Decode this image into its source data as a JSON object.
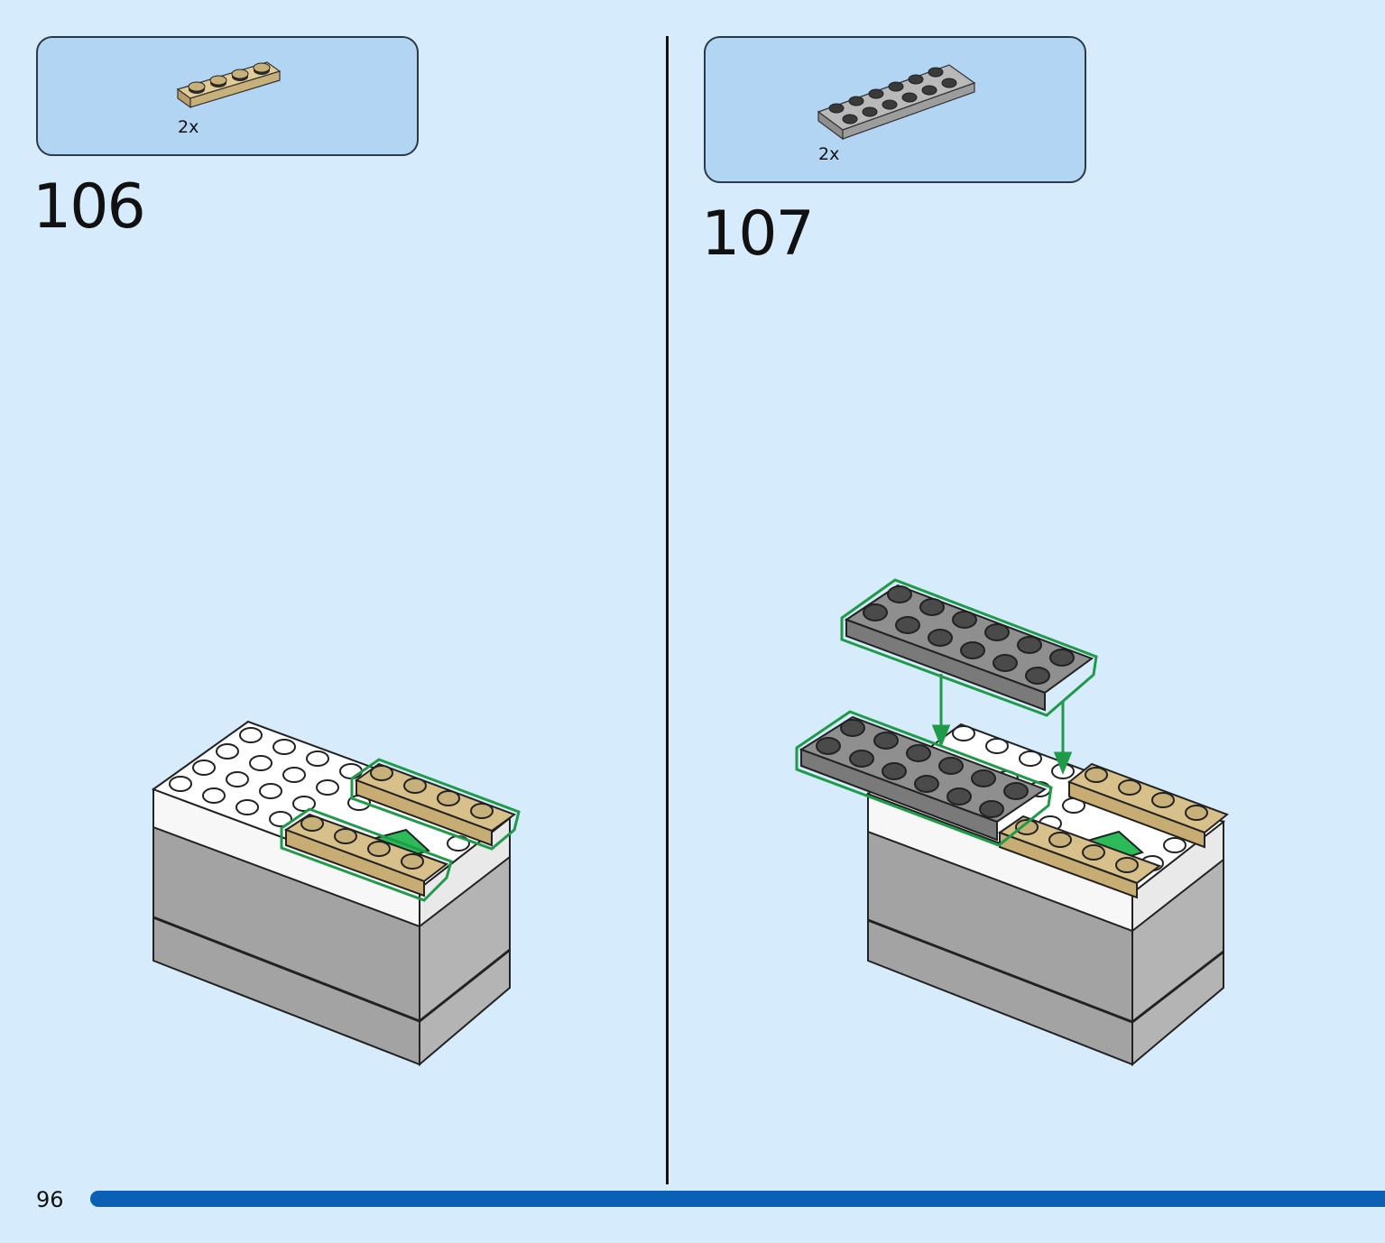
{
  "page": {
    "number": "96",
    "progress": 1.0
  },
  "steps": [
    {
      "number": "106",
      "parts": [
        {
          "quantity": "2x",
          "part": "tan 1x4 plate",
          "color": "#d8c08a"
        }
      ]
    },
    {
      "number": "107",
      "parts": [
        {
          "quantity": "2x",
          "part": "dark grey 2x6 plate",
          "color": "#a6a6a6"
        }
      ]
    }
  ],
  "colors": {
    "background": "#d6ebfb",
    "parts_box": "#b2d5f3",
    "highlight": "#1f9a48",
    "progress_bar": "#0a60b4",
    "tan": "#d8c08a",
    "grey": "#a6a6a6",
    "white": "#ffffff",
    "green_tile": "#2dbb5a"
  }
}
